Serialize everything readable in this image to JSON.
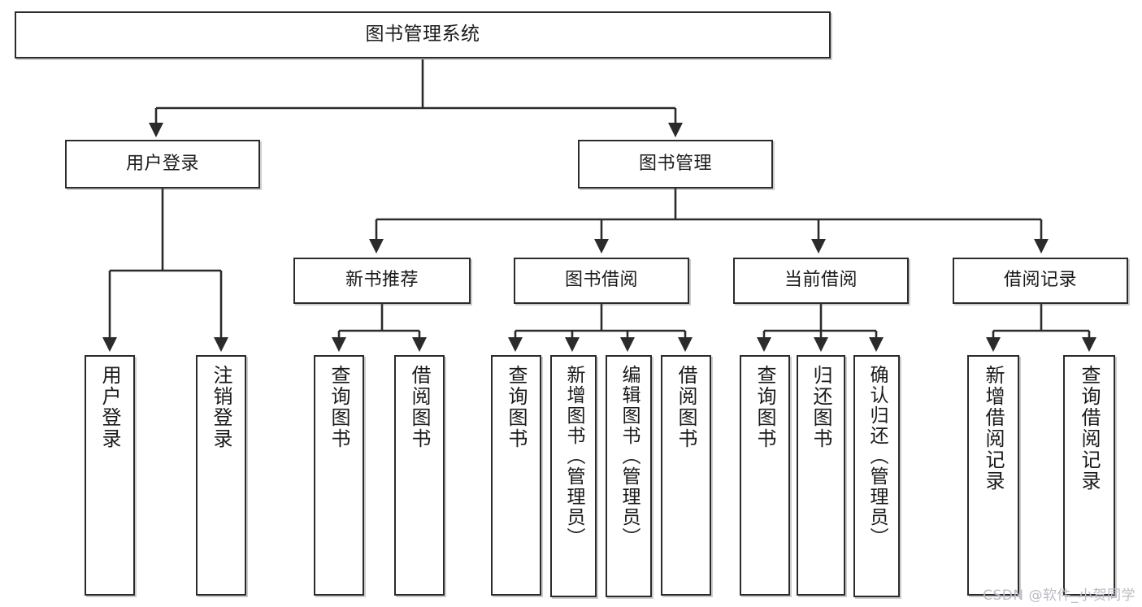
{
  "diagram": {
    "type": "tree-hierarchy",
    "title": "图书管理系统",
    "orientation": "top-down",
    "colors": {
      "node_border": "#2b2b2b",
      "node_fill": "#ffffff",
      "edge": "#2b2b2b",
      "text": "#1a1a1a",
      "watermark": "#b9bcc4",
      "background": "#ffffff"
    },
    "watermark": "CSDN @软件_小贺同学"
  },
  "nodes": {
    "root": {
      "label": "图书管理系统"
    },
    "level1": [
      {
        "id": "user-login",
        "label": "用户登录"
      },
      {
        "id": "book-management",
        "label": "图书管理"
      }
    ],
    "level2": [
      {
        "id": "new-book-recommend",
        "label": "新书推荐"
      },
      {
        "id": "book-borrow",
        "label": "图书借阅"
      },
      {
        "id": "current-borrow",
        "label": "当前借阅"
      },
      {
        "id": "borrow-record",
        "label": "借阅记录"
      }
    ],
    "leaves": {
      "user_login": [
        {
          "id": "leaf-user-login",
          "label": "用户登录"
        },
        {
          "id": "leaf-logout-login",
          "label": "注销登录"
        }
      ],
      "new_book_recommend": [
        {
          "id": "leaf-query-book-1",
          "label": "查询图书"
        },
        {
          "id": "leaf-borrow-book-1",
          "label": "借阅图书"
        }
      ],
      "book_borrow": [
        {
          "id": "leaf-query-book-2",
          "label": "查询图书"
        },
        {
          "id": "leaf-add-book",
          "label": "新增图书（管理员）"
        },
        {
          "id": "leaf-edit-book",
          "label": "编辑图书（管理员）"
        },
        {
          "id": "leaf-borrow-book-2",
          "label": "借阅图书"
        }
      ],
      "current_borrow": [
        {
          "id": "leaf-query-book-3",
          "label": "查询图书"
        },
        {
          "id": "leaf-return-book",
          "label": "归还图书"
        },
        {
          "id": "leaf-confirm-return",
          "label": "确认归还（管理员）"
        }
      ],
      "borrow_record": [
        {
          "id": "leaf-add-record",
          "label": "新增借阅记录"
        },
        {
          "id": "leaf-query-record",
          "label": "查询借阅记录"
        }
      ]
    }
  }
}
